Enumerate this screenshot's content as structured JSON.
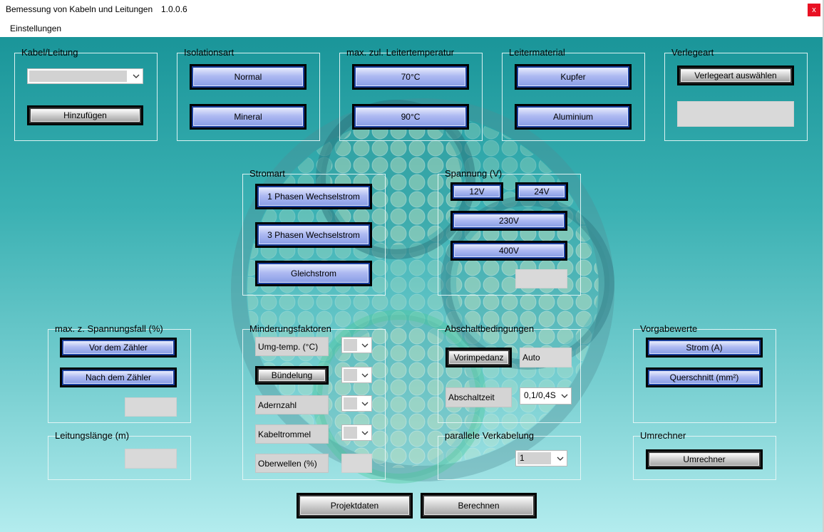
{
  "window": {
    "title": "Bemessung von Kabeln und Leitungen",
    "version": "1.0.0.6",
    "close_glyph": "x"
  },
  "menu": {
    "settings": "Einstellungen"
  },
  "kabel": {
    "label": "Kabel/Leitung",
    "add_button": "Hinzufügen",
    "selected": ""
  },
  "isolation": {
    "label": "Isolationsart",
    "normal": "Normal",
    "mineral": "Mineral"
  },
  "temperatur": {
    "label": "max. zul. Leitertemperatur",
    "t70": "70°C",
    "t90": "90°C"
  },
  "leitermaterial": {
    "label": "Leitermaterial",
    "kupfer": "Kupfer",
    "aluminium": "Aluminium"
  },
  "verlegeart": {
    "label": "Verlegeart",
    "select_button": "Verlegeart auswählen",
    "value": ""
  },
  "stromart": {
    "label": "Stromart",
    "one_phase": "1 Phasen Wechselstrom",
    "three_phase": "3 Phasen Wechselstrom",
    "dc": "Gleichstrom"
  },
  "spannung": {
    "label": "Spannung (V)",
    "v12": "12V",
    "v24": "24V",
    "v230": "230V",
    "v400": "400V",
    "custom": ""
  },
  "spannungsfall": {
    "label": "max. z. Spannungsfall (%)",
    "before_meter": "Vor dem Zähler",
    "after_meter": "Nach dem Zähler",
    "value": ""
  },
  "leitungslaenge": {
    "label": "Leitungslänge (m)",
    "value": ""
  },
  "minderung": {
    "label": "Minderungsfaktoren",
    "umg_temp": "Umg-temp. (°C)",
    "buendelung": "Bündelung",
    "adernzahl": "Adernzahl",
    "kabeltrommel": "Kabeltrommel",
    "oberwellen": "Oberwellen (%)"
  },
  "abschalt": {
    "label": "Abschaltbedingungen",
    "vorimpedanz_button": "Vorimpedanz",
    "vorimpedanz_value": "Auto",
    "abschaltzeit_label": "Abschaltzeit",
    "abschaltzeit_value": "0,1/0,4S"
  },
  "parallel": {
    "label": "parallele Verkabelung",
    "value": "1"
  },
  "vorgabe": {
    "label": "Vorgabewerte",
    "strom": "Strom (A)",
    "querschnitt": "Querschnitt (mm²)"
  },
  "umrechner": {
    "label": "Umrechner",
    "button": "Umrechner"
  },
  "bottom": {
    "projektdaten": "Projektdaten",
    "berechnen": "Berechnen"
  },
  "icons": {
    "dropdown": "chevron-down-icon"
  },
  "colors": {
    "accent_button": "#8b9fe6",
    "background": "#3bb1b3"
  }
}
